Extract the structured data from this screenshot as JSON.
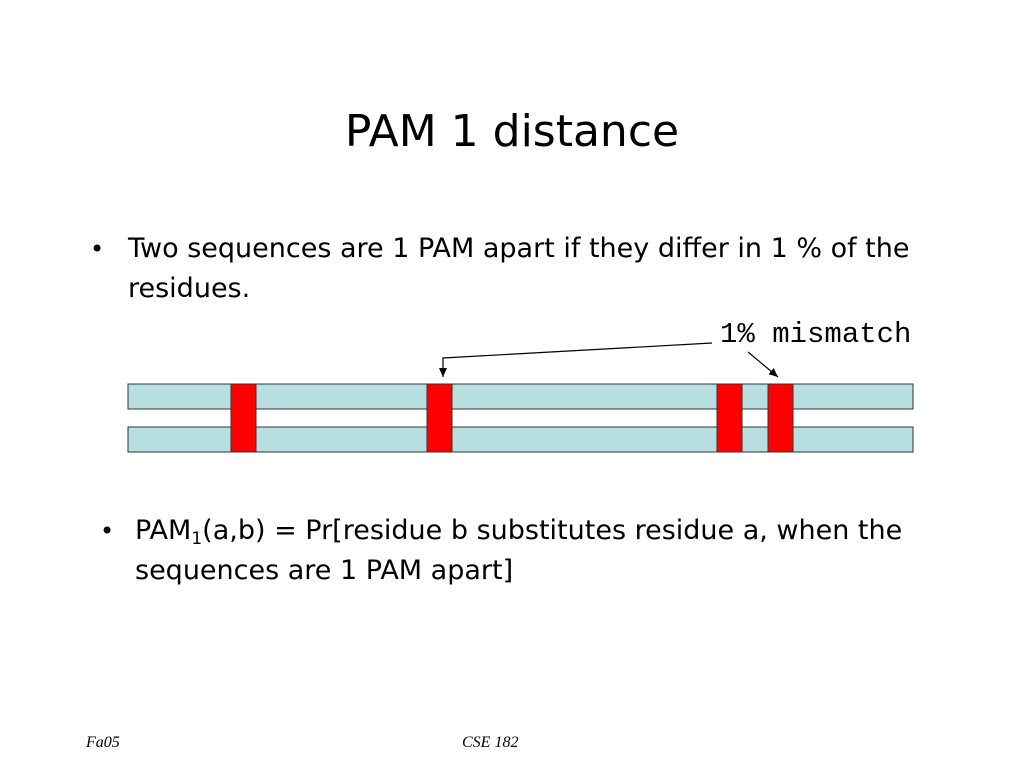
{
  "slide": {
    "title": "PAM 1 distance",
    "bullets": [
      {
        "marker": "•",
        "text": "Two sequences are 1 PAM apart if they differ in 1 % of the residues."
      },
      {
        "marker": "•",
        "pre": "PAM",
        "sub": "1",
        "post": "(a,b) = Pr[residue b substitutes residue a, when the sequences are 1 PAM apart]"
      }
    ]
  },
  "diagram": {
    "label": "1% mismatch",
    "sequence_color": "#b8dfe0",
    "mismatch_color": "#ff0000",
    "sequence_count": 2,
    "mismatch_count": 4
  },
  "footer": {
    "left": "Fa05",
    "center": "CSE 182"
  }
}
